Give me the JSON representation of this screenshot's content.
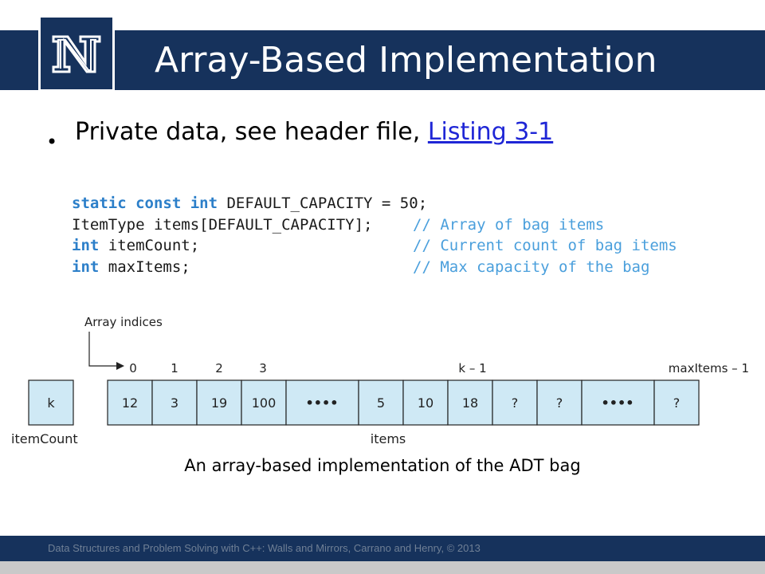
{
  "header": {
    "logo": {
      "letter": "N",
      "icon": "university-n-logo"
    },
    "title": "Array-Based Implementation"
  },
  "bullet": {
    "text": "Private data, see header file, ",
    "link_text": "Listing 3-1"
  },
  "code": {
    "lines": [
      {
        "keyword": "static const int",
        "rest": " DEFAULT_CAPACITY = 50;",
        "comment": ""
      },
      {
        "keyword": "",
        "rest": "ItemType items[DEFAULT_CAPACITY];",
        "comment": "// Array of bag items"
      },
      {
        "keyword": "int",
        "rest": " itemCount;",
        "comment": "// Current count of bag items"
      },
      {
        "keyword": "int",
        "rest": " maxItems;",
        "comment": "// Max capacity of the bag"
      }
    ]
  },
  "diagram": {
    "indices_label": "Array indices",
    "index_labels": [
      "0",
      "1",
      "2",
      "3",
      "k – 1",
      "maxItems – 1"
    ],
    "count_cell": "k",
    "count_label": "itemCount",
    "cells": [
      "12",
      "3",
      "19",
      "100",
      "••••",
      "5",
      "10",
      "18",
      "?",
      "?",
      "••••",
      "?"
    ],
    "array_label": "items",
    "cell_fill": "#cfe9f5"
  },
  "caption": "An array-based implementation of the ADT bag",
  "footer": "Data Structures and Problem Solving with C++: Walls and Mirrors, Carrano and Henry, ©  2013",
  "colors": {
    "navy": "#16325c",
    "link": "#1f26d6",
    "keyword": "#2c7fc9",
    "comment": "#4a9fdc"
  }
}
